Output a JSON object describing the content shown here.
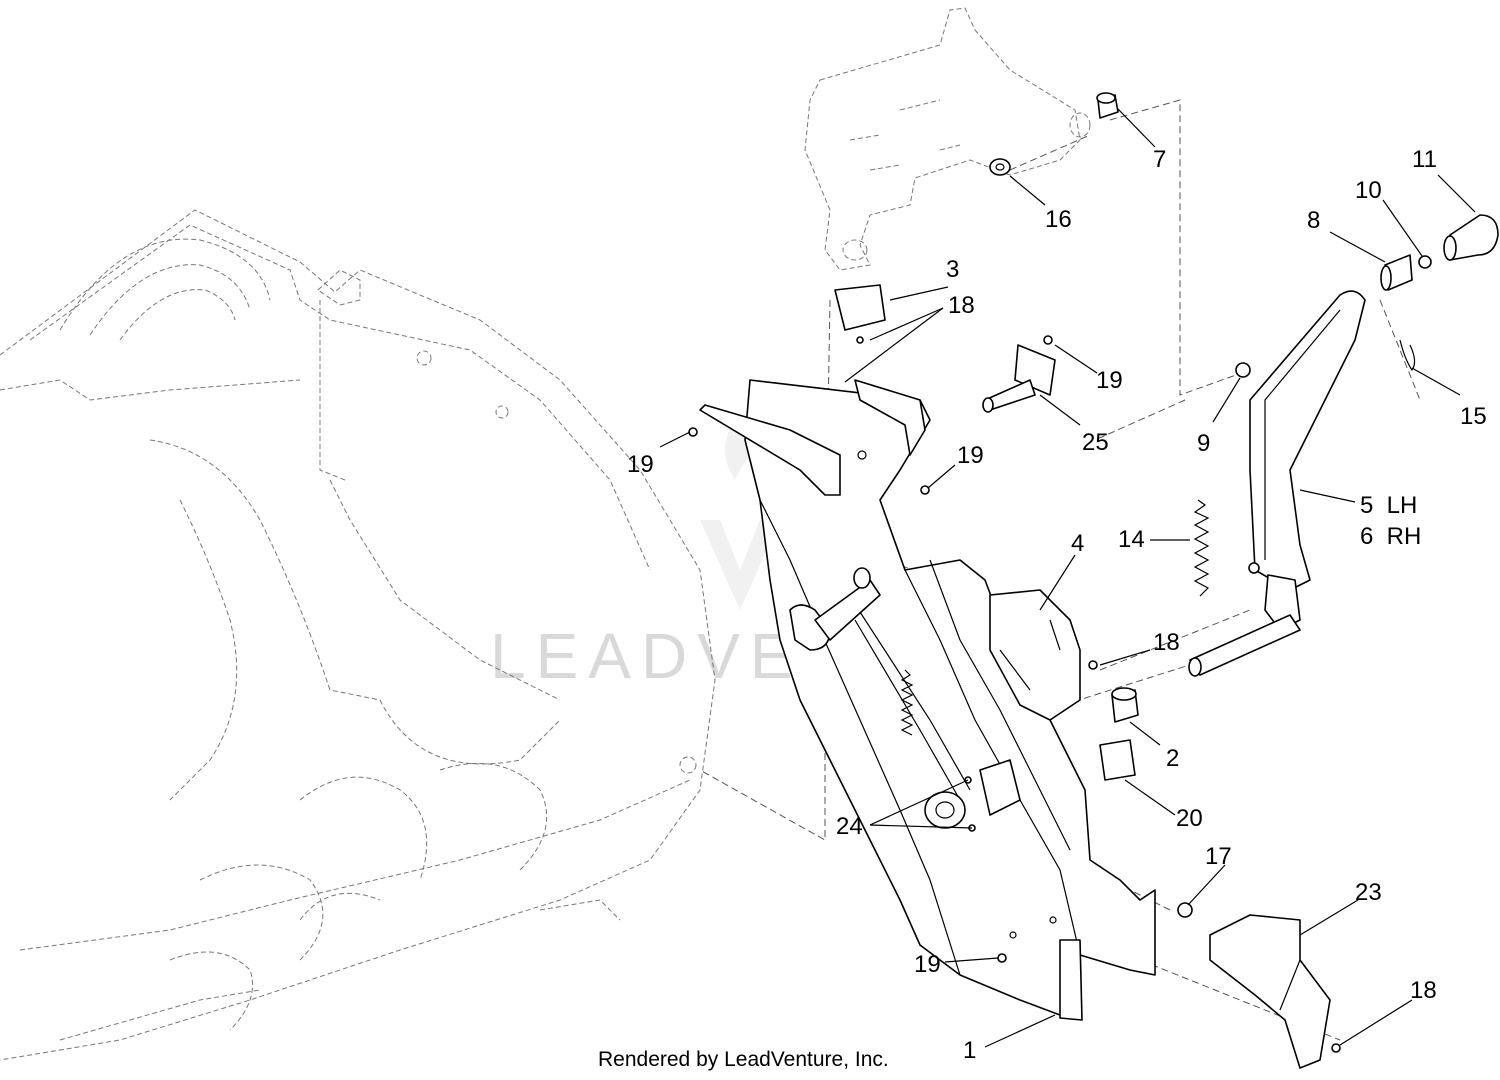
{
  "diagram": {
    "credit": "Rendered by LeadVenture, Inc.",
    "watermark": "LEADVENTURE",
    "callouts": [
      {
        "id": "c7",
        "text": "7"
      },
      {
        "id": "c16",
        "text": "16"
      },
      {
        "id": "c11",
        "text": "11"
      },
      {
        "id": "c10",
        "text": "10"
      },
      {
        "id": "c8",
        "text": "8"
      },
      {
        "id": "c3",
        "text": "3"
      },
      {
        "id": "c18a",
        "text": "18"
      },
      {
        "id": "c19a",
        "text": "19"
      },
      {
        "id": "c25",
        "text": "25"
      },
      {
        "id": "c19b",
        "text": "19"
      },
      {
        "id": "c19c",
        "text": "19"
      },
      {
        "id": "c9",
        "text": "9"
      },
      {
        "id": "c15",
        "text": "15"
      },
      {
        "id": "c5",
        "text": "5  LH"
      },
      {
        "id": "c6",
        "text": "6  RH"
      },
      {
        "id": "c14",
        "text": "14"
      },
      {
        "id": "c4",
        "text": "4"
      },
      {
        "id": "c18b",
        "text": "18"
      },
      {
        "id": "c2",
        "text": "2"
      },
      {
        "id": "c20",
        "text": "20"
      },
      {
        "id": "c24",
        "text": "24"
      },
      {
        "id": "c17",
        "text": "17"
      },
      {
        "id": "c23",
        "text": "23"
      },
      {
        "id": "c19d",
        "text": "19"
      },
      {
        "id": "c18c",
        "text": "18"
      },
      {
        "id": "c1",
        "text": "1"
      }
    ]
  }
}
